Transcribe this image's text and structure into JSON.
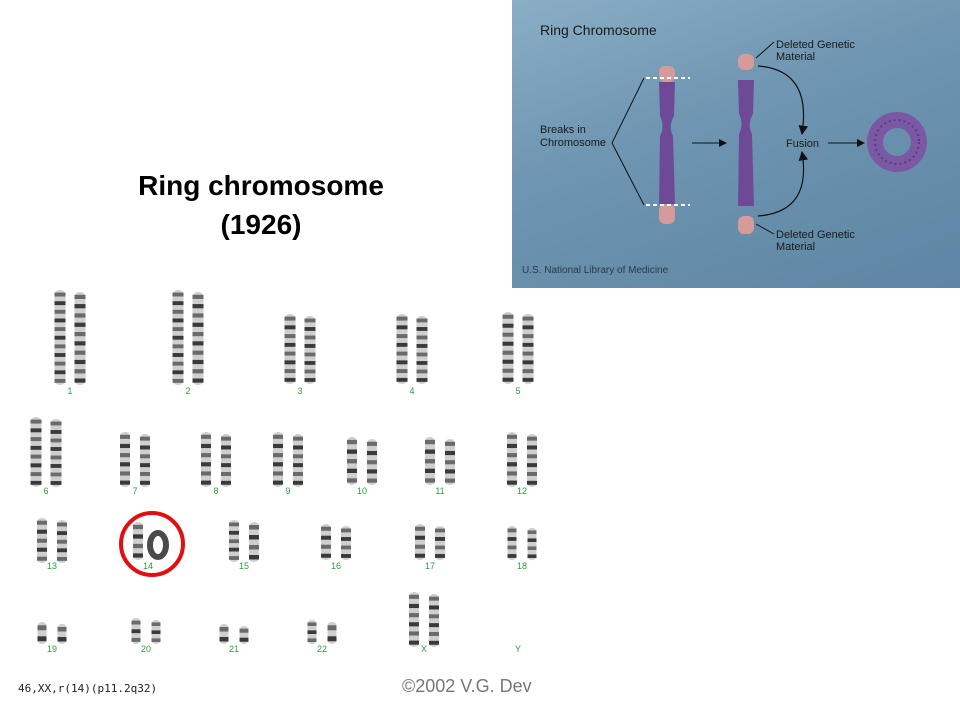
{
  "slide": {
    "title_line1": "Ring chromosome",
    "title_line2": "(1926)"
  },
  "diagram": {
    "heading": "Ring Chromosome",
    "label_deleted_top_1": "Deleted Genetic",
    "label_deleted_top_2": "Material",
    "label_breaks_1": "Breaks in",
    "label_breaks_2": "Chromosome",
    "label_fusion": "Fusion",
    "label_deleted_bottom_1": "Deleted Genetic",
    "label_deleted_bottom_2": "Material",
    "credit": "U.S. National Library of Medicine",
    "colors": {
      "chromosome": "#6e4a96",
      "deleted_tip": "#d79a9a",
      "ring": "#7a58a4",
      "text": "#1a1a1a"
    }
  },
  "karyotype": {
    "chromosome_labels": [
      "1",
      "2",
      "3",
      "4",
      "5",
      "6",
      "7",
      "8",
      "9",
      "10",
      "11",
      "12",
      "13",
      "14",
      "15",
      "16",
      "17",
      "18",
      "19",
      "20",
      "21",
      "22",
      "X",
      "Y"
    ],
    "formula": "46,XX,r(14)(p11.2q32)",
    "copyright": "©2002 V.G. Dev",
    "colors": {
      "highlight_circle": "#e01010",
      "label": "#2e9e3a"
    }
  }
}
